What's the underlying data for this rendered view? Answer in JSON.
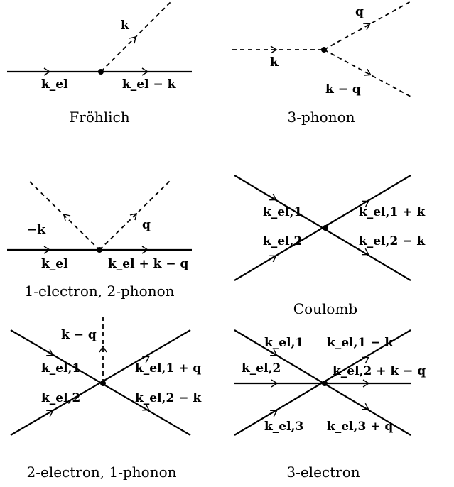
{
  "diagrams": {
    "frohlich": {
      "caption": "Fröhlich",
      "labels": {
        "k": "k",
        "kel": "k_el",
        "kel_minus_k": "k_el − k"
      }
    },
    "three_phonon": {
      "caption": "3-phonon",
      "labels": {
        "q": "q",
        "k": "k",
        "k_minus_q": "k − q"
      }
    },
    "one_electron_two_phonon": {
      "caption": "1-electron, 2-phonon",
      "labels": {
        "minus_k": "−k",
        "q": "q",
        "kel": "k_el",
        "kel_plus_k_minus_q": "k_el + k − q"
      }
    },
    "coulomb": {
      "caption": "Coulomb",
      "labels": {
        "kel1": "k_el,1",
        "kel2": "k_el,2",
        "kel1_plus_k": "k_el,1 + k",
        "kel2_minus_k": "k_el,2 − k"
      }
    },
    "two_electron_one_phonon": {
      "caption": "2-electron, 1-phonon",
      "labels": {
        "k_minus_q": "k − q",
        "kel1": "k_el,1",
        "kel2": "k_el,2",
        "kel1_plus_q": "k_el,1 + q",
        "kel2_minus_k": "k_el,2 − k"
      }
    },
    "three_electron": {
      "caption": "3-electron",
      "labels": {
        "kel1": "k_el,1",
        "kel2": "k_el,2",
        "kel3": "k_el,3",
        "kel1_minus_k": "k_el,1 − k",
        "kel2_plus_k_minus_q": "k_el,2 + k − q",
        "kel3_plus_q": "k_el,3 + q"
      }
    }
  }
}
